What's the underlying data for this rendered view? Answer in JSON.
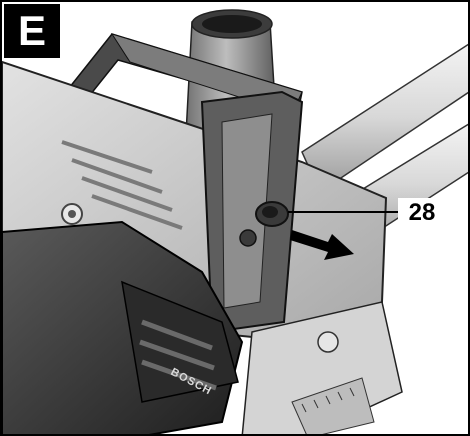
{
  "panel_label": "E",
  "callout": "28",
  "brand_mark": "BOSCH",
  "colors": {
    "badge_background": "#000000",
    "badge_text": "#ffffff",
    "frame": "#000000",
    "tool_light": "#c8c8c8",
    "tool_mid": "#8c8c8c",
    "tool_dark": "#2e2e2e"
  },
  "icons": {
    "direction_arrow": "arrow-right-down-icon"
  }
}
